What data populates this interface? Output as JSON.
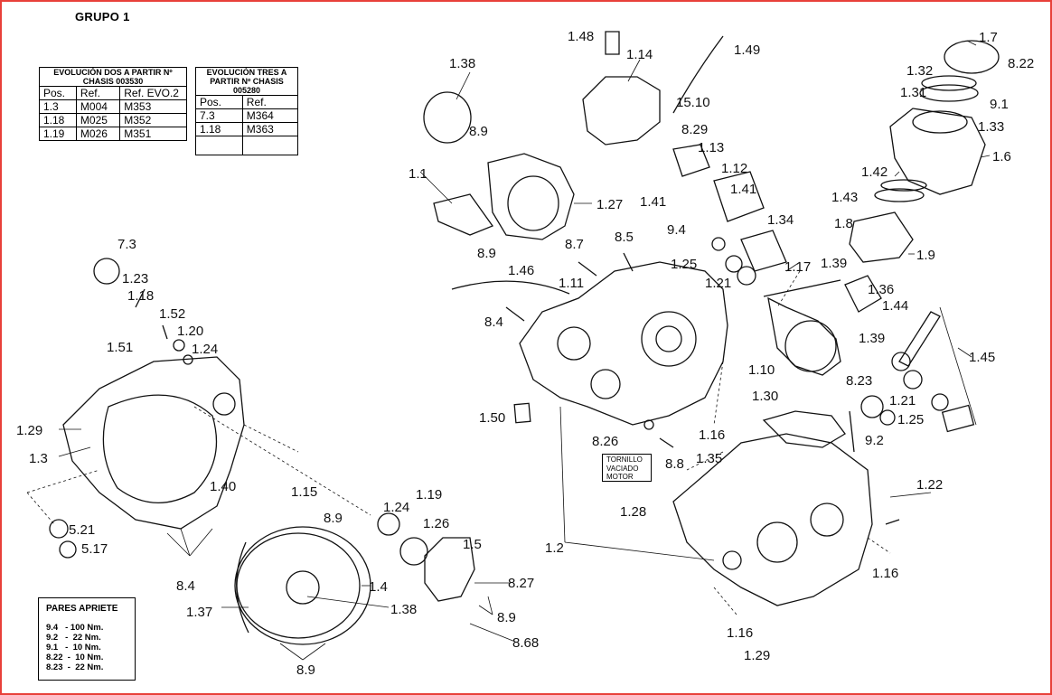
{
  "group_title": "GRUPO 1",
  "evo2_table": {
    "header": "EVOLUCIÓN DOS A PARTIR Nº CHASIS  003530",
    "columns": [
      "Pos.",
      "Ref.",
      "Ref. EVO.2"
    ],
    "rows": [
      [
        "1.3",
        "M004",
        "M353"
      ],
      [
        "1.18",
        "M025",
        "M352"
      ],
      [
        "1.19",
        "M026",
        "M351"
      ]
    ]
  },
  "evo3_table": {
    "header": "EVOLUCIÓN TRES A PARTIR Nº CHASIS 005280",
    "columns": [
      "Pos.",
      "Ref."
    ],
    "rows": [
      [
        "7.3",
        "M364"
      ],
      [
        "1.18",
        "M363"
      ]
    ]
  },
  "torques": {
    "title": "PARES APRIETE",
    "rows": [
      "9.4   - 100 Nm.",
      "9.2   -  22 Nm.",
      "9.1   -  10 Nm.",
      "8.22  -  10 Nm.",
      "8.23  -  22 Nm."
    ]
  },
  "tornillo_note": [
    "TORNILLO",
    "VACIADO",
    "MOTOR"
  ],
  "colors": {
    "frame": "#e8403a",
    "ink": "#111111"
  },
  "callouts": [
    "1.48",
    "1.14",
    "1.49",
    "1.7",
    "1.38",
    "8.22",
    "1.32",
    "15.10",
    "1.31",
    "9.1",
    "8.29",
    "1.33",
    "8.9",
    "1.13",
    "1.6",
    "1.12",
    "1.42",
    "1.1",
    "1.27",
    "1.41",
    "1.41",
    "1.43",
    "9.4",
    "1.34",
    "1.8",
    "8.7",
    "8.5",
    "1.25",
    "1.17",
    "1.9",
    "8.9",
    "1.46",
    "1.39",
    "1.21",
    "1.11",
    "1.36",
    "1.44",
    "7.3",
    "8.4",
    "1.23",
    "1.39",
    "1.18",
    "1.45",
    "1.52",
    "1.10",
    "1.20",
    "1.51",
    "1.24",
    "8.23",
    "1.30",
    "1.21",
    "1.25",
    "1.29",
    "1.50",
    "1.16",
    "9.2",
    "8.26",
    "8.8",
    "1.3",
    "1.35",
    "1.40",
    "1.22",
    "1.15",
    "1.28",
    "1.24",
    "1.19",
    "5.21",
    "8.9",
    "1.26",
    "5.17",
    "1.5",
    "1.2",
    "1.16",
    "8.4",
    "8.27",
    "1.4",
    "1.37",
    "1.38",
    "8.9",
    "1.16",
    "8.68",
    "1.29",
    "8.9"
  ]
}
